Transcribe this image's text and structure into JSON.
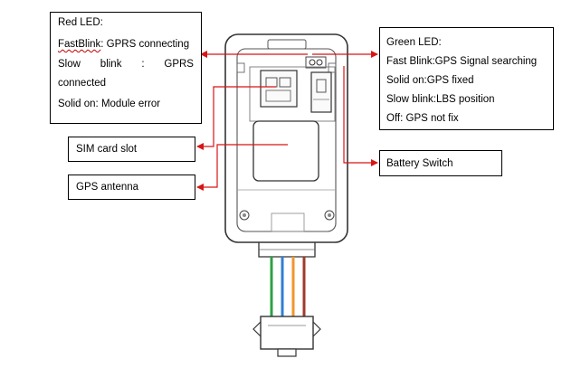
{
  "red_led": {
    "title": "Red LED:",
    "line1_word": "FastBlink",
    "line1_rest": ": GPRS connecting",
    "line2_a": "Slow",
    "line2_b": "blink",
    "line2_c": ":",
    "line2_d": "GPRS",
    "line3": "connected",
    "line4": "Solid on: Module error"
  },
  "green_led": {
    "title": "Green LED:",
    "line1": "Fast Blink:GPS Signal searching",
    "line2": "Solid on:GPS fixed",
    "line3": "Slow blink:LBS position",
    "line4": "Off: GPS not fix"
  },
  "sim_label": "SIM card slot",
  "gps_label": "GPS antenna",
  "battery_label": "Battery Switch",
  "colors": {
    "arrow": "#d81414",
    "wire_green": "#2ea043",
    "wire_blue": "#2f7fd6",
    "wire_orange": "#f0962d",
    "wire_brown": "#a23a2c"
  }
}
